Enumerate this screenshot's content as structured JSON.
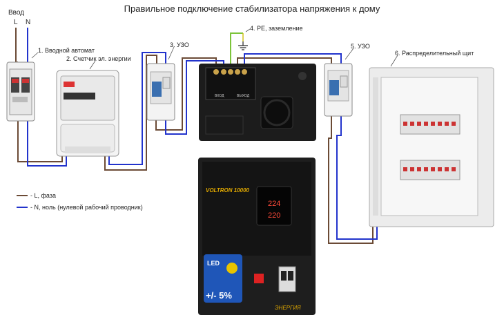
{
  "title": "Правильное подключение стабилизатора напряжения к дому",
  "inputs": {
    "header": "Ввод",
    "line": "L",
    "neutral": "N"
  },
  "components": {
    "breaker": "1. Вводной автомат",
    "meter": "2. Счетчик эл. энергии",
    "rcd_in": "3. УЗО",
    "pe": "4. PE, заземление",
    "rcd_out": "5. УЗО",
    "panel": "6. Распределительный щит"
  },
  "terminals": {
    "in": "ВХОД",
    "out": "ВЫХОД"
  },
  "legend": [
    {
      "text": "- L, фаза",
      "color": "#6b4a35"
    },
    {
      "text": "- N, ноль (нулевой рабочий проводник)",
      "color": "#2233cc"
    }
  ],
  "stabilizer": {
    "brand": "VOLTRON 10000",
    "in_voltage": "224",
    "out_voltage": "220",
    "led": "LED",
    "accuracy": "+/- 5%",
    "maker": "ЭНЕРГИЯ"
  },
  "colors": {
    "phase": "#6b4a35",
    "neutral": "#2233cc",
    "ground": "#7cc43a",
    "ground_link": "#d4c21a"
  }
}
